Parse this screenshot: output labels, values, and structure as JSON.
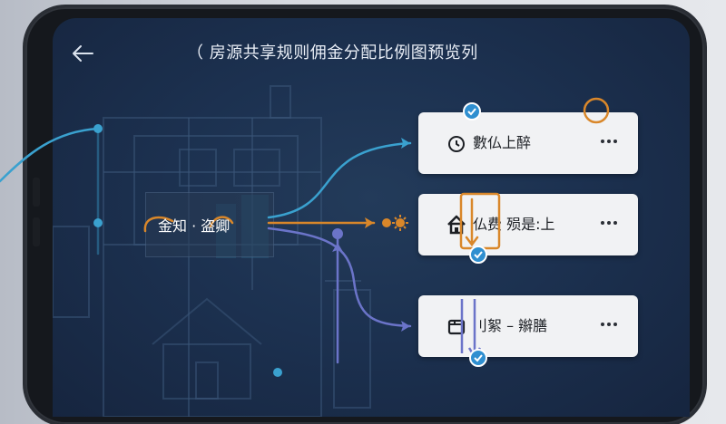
{
  "header": {
    "title": "（ 房源共享规则佣金分配比例图预览列",
    "back_icon": "back-arrow-icon"
  },
  "source_node": {
    "label": "金知 · 盗卿"
  },
  "cards": [
    {
      "label": "數仏上醉",
      "icon": "clock-icon"
    },
    {
      "label": "仏费 殒是:上",
      "icon": "house-icon"
    },
    {
      "label": "刂絮 – 辮膳",
      "icon": "box-icon"
    }
  ],
  "colors": {
    "screen_bg": "#1c3150",
    "wire_blue": "#3aa1cf",
    "wire_orange": "#d9872a",
    "wire_purple": "#6b74c9",
    "badge_blue": "#2f8fd0",
    "card_bg": "#f1f2f4"
  }
}
